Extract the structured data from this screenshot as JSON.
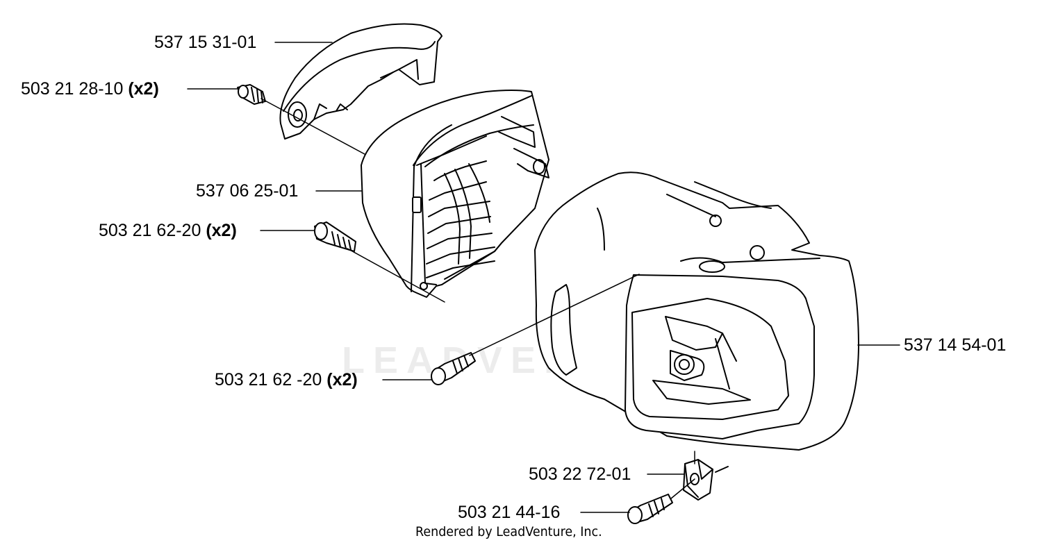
{
  "parts": [
    {
      "id": "top-cover",
      "number": "537 15 31-01",
      "qty": ""
    },
    {
      "id": "screw-top",
      "number": "503 21 28-10",
      "qty": "(x2)"
    },
    {
      "id": "housing-left",
      "number": "537 06 25-01",
      "qty": ""
    },
    {
      "id": "screw-left",
      "number": "503 21 62-20",
      "qty": "(x2)"
    },
    {
      "id": "screw-center",
      "number": "503 21 62 -20",
      "qty": "(x2)"
    },
    {
      "id": "housing-right",
      "number": "537 14 54-01",
      "qty": ""
    },
    {
      "id": "clip",
      "number": "503 22 72-01",
      "qty": ""
    },
    {
      "id": "screw-bottom",
      "number": "503 21 44-16",
      "qty": ""
    }
  ],
  "footer": "Rendered by LeadVenture, Inc.",
  "watermark": "LEADVENTURE"
}
